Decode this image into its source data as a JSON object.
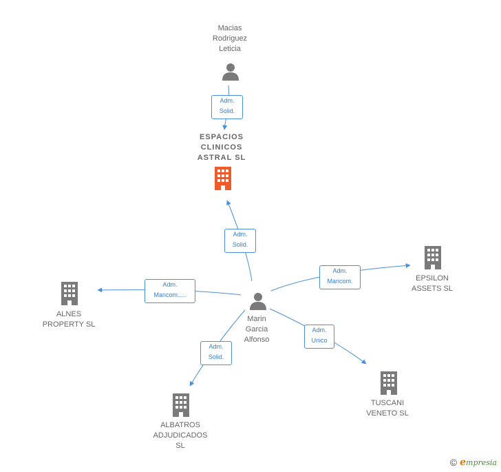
{
  "nodes": {
    "macias": {
      "label_lines": [
        "Macias",
        "Rodriguez",
        "Leticia"
      ],
      "icon": "person-icon"
    },
    "espacios": {
      "label_lines": [
        "ESPACIOS",
        "CLINICOS",
        "ASTRAL  SL"
      ],
      "icon": "building-icon",
      "color": "#f05a28"
    },
    "marin": {
      "label_lines": [
        "Marin",
        "Garcia",
        "Alfonso"
      ],
      "icon": "person-icon"
    },
    "epsilon": {
      "label_lines": [
        "EPSILON",
        "ASSETS  SL"
      ],
      "icon": "building-icon"
    },
    "alnes": {
      "label_lines": [
        "ALNES",
        "PROPERTY  SL"
      ],
      "icon": "building-icon"
    },
    "albatros": {
      "label_lines": [
        "ALBATROS",
        "ADJUDICADOS",
        "SL"
      ],
      "icon": "building-icon"
    },
    "tuscani": {
      "label_lines": [
        "TUSCANI",
        "VENETO SL"
      ],
      "icon": "building-icon"
    }
  },
  "edges": {
    "macias_espacios": [
      "Adm.",
      "Solid."
    ],
    "marin_espacios": [
      "Adm.",
      "Solid."
    ],
    "marin_epsilon": [
      "Adm.",
      "Mancom."
    ],
    "marin_alnes": [
      "Adm.",
      "Mancom.,..."
    ],
    "marin_albatros": [
      "Adm.",
      "Solid."
    ],
    "marin_tuscani": [
      "Adm.",
      "Unico"
    ]
  },
  "colors": {
    "edge": "#4a90d9",
    "person": "#7a7a7a",
    "building": "#7a7a7a",
    "highlight": "#f05a28"
  },
  "footer": {
    "copyright_symbol": "©",
    "brand_initial": "e",
    "brand_rest": "mpresia"
  }
}
